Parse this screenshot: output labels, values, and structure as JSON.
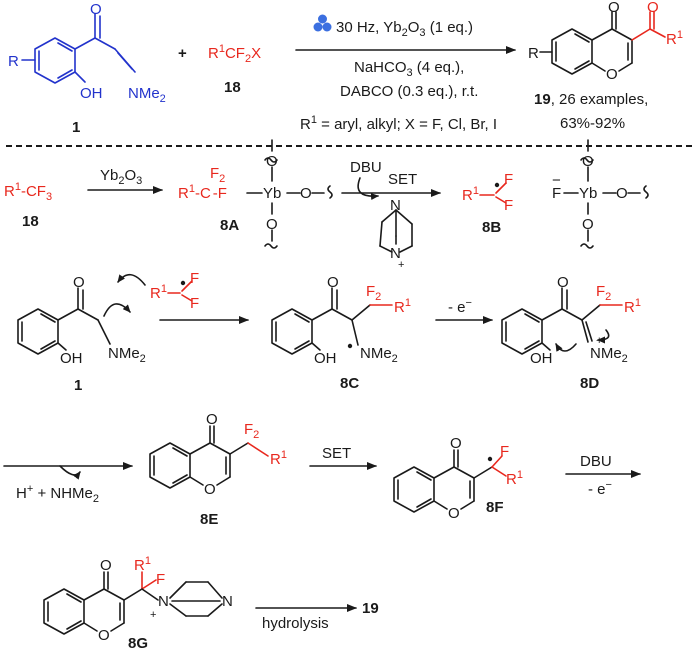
{
  "colors": {
    "substrate": "#2233cc",
    "fluorine_group": "#e8281e",
    "text": "#1a1a1a",
    "ball_mill": "#3b6fe0"
  },
  "top": {
    "compound1": {
      "number": "1",
      "R": "R",
      "OH": "OH",
      "NMe2": "NMe",
      "sub2": "2",
      "O": "O"
    },
    "plus": "+",
    "reagent18": {
      "R1": "R",
      "sup1": "1",
      "CF2X": "CF",
      "sub2": "2",
      "X": "X",
      "number": "18"
    },
    "conditions": {
      "line1": "30 Hz, Yb",
      "line1_sub": "2",
      "line1_b": "O",
      "line1_sub2": "3",
      "line1_c": " (1 eq.)",
      "line2": "NaHCO",
      "line2_sub": "3",
      "line2_b": " (4 eq.),",
      "line3": "DABCO (0.3 eq.), r.t.",
      "scope": "R",
      "scope_sup": "1",
      "scope_b": " = aryl, alkyl; X = F, Cl, Br, I"
    },
    "product19": {
      "number": "19",
      "examples": ", 26 examples,",
      "yield": "63%-92%",
      "R": "R",
      "R1": "R",
      "sup1": "1",
      "O": "O"
    }
  },
  "mechanism": {
    "step1": {
      "reagent": "R",
      "reagent_sup": "1",
      "reagent_cf3": "-CF",
      "reagent_sub": "3",
      "reagent_num": "18",
      "arrow_label": "Yb",
      "arrow_sub": "2",
      "arrow_b": "O",
      "arrow_sub2": "3",
      "int8A": {
        "R1": "R",
        "sup1": "1",
        "C": "-C",
        "F2": "F",
        "sub2": "2",
        "F": "-F",
        "Yb": "Yb",
        "O": "O",
        "number": "8A"
      },
      "dbu": "DBU",
      "set": "SET",
      "N": "N",
      "plus": "+",
      "int8B": {
        "R1": "R",
        "sup1": "1",
        "F": "F",
        "number": "8B"
      },
      "yb_species": {
        "F": "F",
        "minus": "−",
        "Yb": "Yb",
        "O": "O"
      }
    },
    "step2": {
      "sm_number": "1",
      "NMe2": "NMe",
      "sub2": "2",
      "OH": "OH",
      "O": "O",
      "radical": {
        "R1": "R",
        "sup1": "1",
        "F": "F"
      },
      "int8C": {
        "number": "8C",
        "F2": "F",
        "sub2": "2",
        "R1": "R",
        "sup1": "1",
        "NMe2": "NMe",
        "sub_n": "2",
        "OH": "OH",
        "O": "O"
      },
      "minus_e": "- e",
      "minus_e_sup": "−",
      "int8D": {
        "number": "8D",
        "F2": "F",
        "sub2": "2",
        "R1": "R",
        "sup1": "1",
        "NMe2": "NMe",
        "sub_n": "2",
        "OH": "OH",
        "O": "O",
        "plus": "+"
      }
    },
    "step3": {
      "byproduct": "H",
      "byproduct_sup": "+",
      "byproduct_b": " + NHMe",
      "byproduct_sub": "2",
      "int8E": {
        "number": "8E",
        "F2": "F",
        "sub2": "2",
        "R1": "R",
        "sup1": "1",
        "O": "O"
      },
      "set": "SET",
      "int8F": {
        "number": "8F",
        "F": "F",
        "R1": "R",
        "sup1": "1",
        "O": "O"
      },
      "dbu": "DBU",
      "minus_e": "- e",
      "minus_e_sup": "−"
    },
    "step4": {
      "int8G": {
        "number": "8G",
        "R1": "R",
        "sup1": "1",
        "F": "F",
        "N": "N",
        "plus": "+",
        "O": "O"
      },
      "hydrolysis": "hydrolysis",
      "product": "19"
    }
  }
}
